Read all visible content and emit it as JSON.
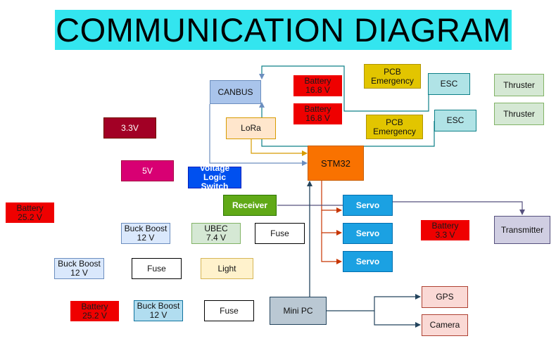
{
  "title": "COMMUNICATION DIAGRAM",
  "nodes": {
    "battery_168_a": "Battery\n16.8 V",
    "battery_168_b": "Battery\n16.8 V",
    "canbus": "CANBUS",
    "pcb_emergency_a": "PCB\nEmergency",
    "pcb_emergency_b": "PCB\nEmergency",
    "esc_a": "ESC",
    "esc_b": "ESC",
    "thruster_a": "Thruster",
    "thruster_b": "Thruster",
    "rail_33": "3.3V",
    "lora": "LoRa",
    "rail_5": "5V",
    "stm32": "STM32",
    "voltage_logic_switch": "Voltage Logic\nSwitch",
    "receiver": "Receiver",
    "servo_a": "Servo",
    "servo_b": "Servo",
    "servo_c": "Servo",
    "battery_252_a": "Battery\n25.2 V",
    "battery_33": "Battery\n3.3 V",
    "transmitter": "Transmitter",
    "buck_boost_a": "Buck Boost\n12 V",
    "ubec": "UBEC\n7.4 V",
    "fuse_a": "Fuse",
    "buck_boost_b": "Buck Boost\n12 V",
    "fuse_b": "Fuse",
    "light": "Light",
    "battery_252_b": "Battery\n25.2 V",
    "buck_boost_c": "Buck Boost\n12 V",
    "fuse_c": "Fuse",
    "mini_pc": "Mini PC",
    "gps": "GPS",
    "camera": "Camera"
  },
  "colors": {
    "title_bg": "#33e5ef",
    "wire_blue": "#6c8ebf",
    "wire_teal": "#0e8088",
    "wire_gold": "#d79b00",
    "wire_orange": "#c73500",
    "wire_dark": "#23445d",
    "wire_purple": "#56517e"
  }
}
